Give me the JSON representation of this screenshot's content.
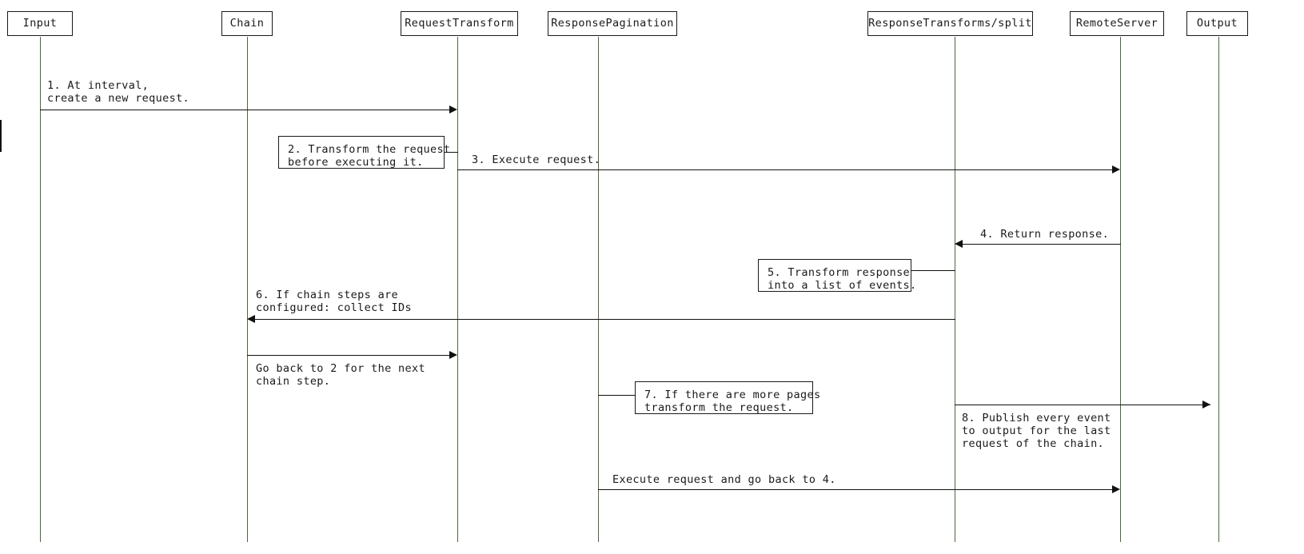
{
  "diagram": {
    "type": "sequence-diagram",
    "title": "Input / Chain request pipeline sequence",
    "colors": {
      "lifeline": "#4a6741",
      "arrow": "#111111",
      "box_border": "#1a1a1a",
      "background": "#ffffff",
      "text": "#1a1a1a"
    }
  },
  "participants": [
    {
      "id": "input",
      "label": "Input"
    },
    {
      "id": "chain",
      "label": "Chain"
    },
    {
      "id": "request-transform",
      "label": "RequestTransform"
    },
    {
      "id": "response-pagination",
      "label": "ResponsePagination"
    },
    {
      "id": "response-transforms",
      "label": "ResponseTransforms/split"
    },
    {
      "id": "remote-server",
      "label": "RemoteServer"
    },
    {
      "id": "output",
      "label": "Output"
    }
  ],
  "messages": [
    {
      "id": "msg-1",
      "number": "1",
      "label": "1. At interval,\ncreate a new request.",
      "from": "input",
      "to": "request-transform",
      "direction": "right"
    },
    {
      "id": "msg-3",
      "number": "3",
      "label": "3. Execute request.",
      "from": "request-transform",
      "to": "remote-server",
      "direction": "right"
    },
    {
      "id": "msg-4",
      "number": "4",
      "label": "4. Return response.",
      "from": "remote-server",
      "to": "response-transforms",
      "direction": "left"
    },
    {
      "id": "msg-6",
      "number": "6",
      "label": "6. If chain steps are\nconfigured: collect IDs",
      "from": "response-transforms",
      "to": "chain",
      "direction": "left"
    },
    {
      "id": "msg-goback-2",
      "number": "",
      "label": "Go back to 2 for the next\nchain step.",
      "from": "chain",
      "to": "request-transform",
      "direction": "right"
    },
    {
      "id": "msg-8",
      "number": "8",
      "label": "8. Publish every event\nto output for the last\nrequest of the chain.",
      "from": "response-transforms",
      "to": "output",
      "direction": "right"
    },
    {
      "id": "msg-goback-4",
      "number": "",
      "label": "Execute request and go back to 4.",
      "from": "response-pagination",
      "to": "remote-server",
      "direction": "right"
    }
  ],
  "notes": [
    {
      "id": "note-2",
      "number": "2",
      "label": "2. Transform the request\nbefore executing it.",
      "attached_to": "request-transform"
    },
    {
      "id": "note-5",
      "number": "5",
      "label": "5. Transform response\ninto a list of events.",
      "attached_to": "response-transforms"
    },
    {
      "id": "note-7",
      "number": "7",
      "label": "7. If there are more pages\ntransform the request.",
      "attached_to": "response-pagination"
    }
  ]
}
